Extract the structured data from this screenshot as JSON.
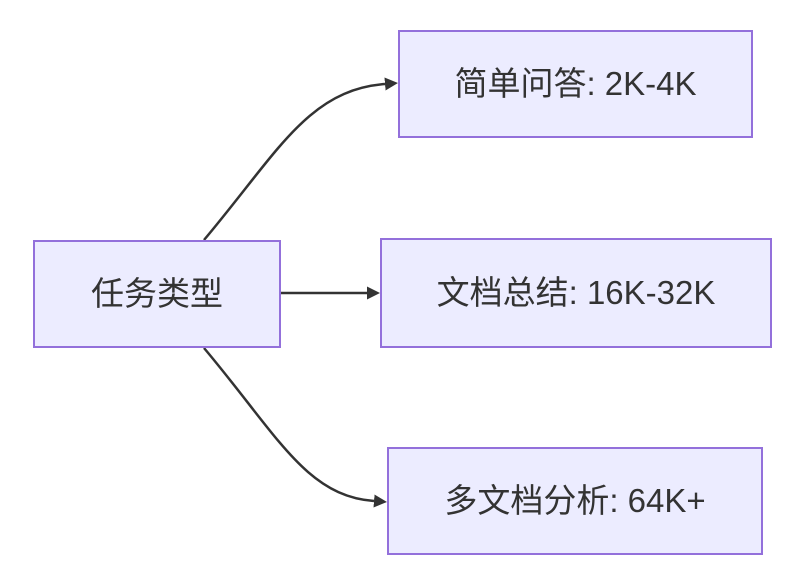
{
  "diagram": {
    "type": "flowchart-left-to-right",
    "root": {
      "label": "任务类型"
    },
    "branches": [
      {
        "label": "简单问答: 2K-4K"
      },
      {
        "label": "文档总结: 16K-32K"
      },
      {
        "label": "多文档分析: 64K+"
      }
    ],
    "colors": {
      "node_fill": "#ECECFF",
      "node_border": "#9370DB",
      "edge_line": "#333333",
      "arrowhead": "#333333",
      "text": "#333333",
      "background": "#FFFFFF"
    }
  }
}
